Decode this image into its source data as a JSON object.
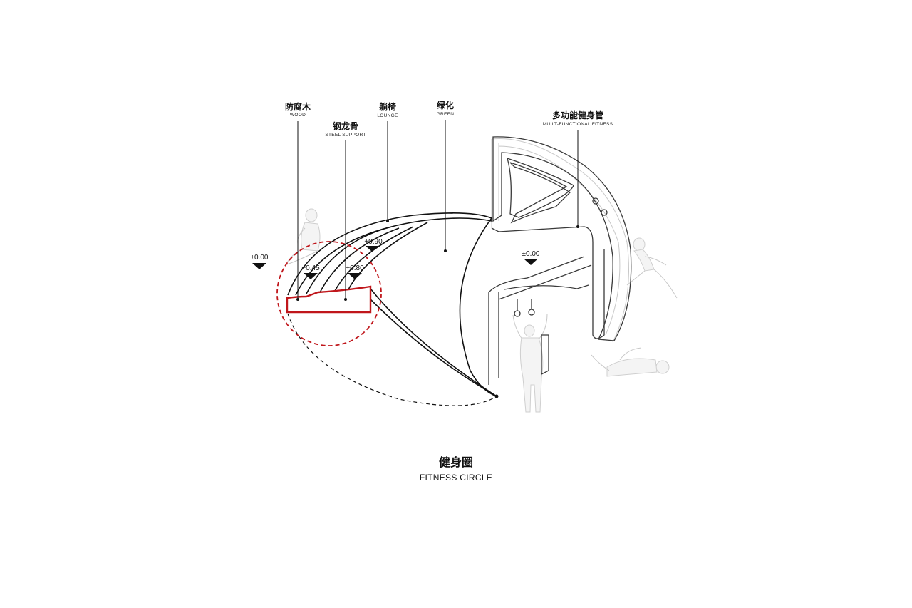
{
  "labels": {
    "wood": {
      "cn": "防腐木",
      "en": "WOOD"
    },
    "steel": {
      "cn": "钢龙骨",
      "en": "STEEL SUPPORT"
    },
    "lounge": {
      "cn": "躺椅",
      "en": "LOUNGE"
    },
    "green": {
      "cn": "绿化",
      "en": "GREEN"
    },
    "fitness": {
      "cn": "多功能健身管",
      "en": "MUILT-FUNCTIONAL FITNESS"
    }
  },
  "levels": {
    "left": "±0.00",
    "l045": "+0.45",
    "l080": "+0.80",
    "l090": "+0.90",
    "right": "±0.00"
  },
  "title": {
    "cn": "健身圈",
    "en": "FITNESS CIRCLE"
  },
  "colors": {
    "highlight": "#c0161b",
    "line": "#111111",
    "ghost": "#c8c8c8"
  }
}
